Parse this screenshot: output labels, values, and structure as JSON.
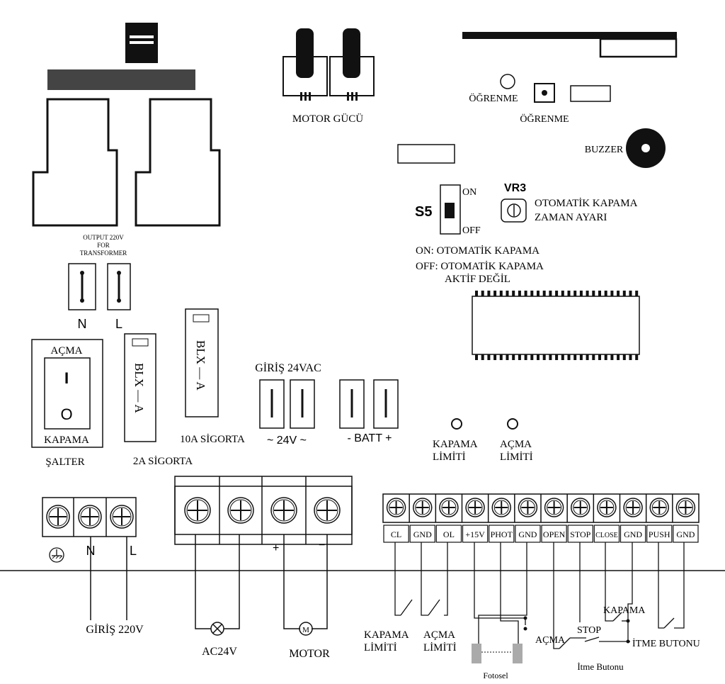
{
  "top": {
    "motor_power": "MOTOR GÜCÜ",
    "learn_label_1": "ÖĞRENME",
    "learn_label_2": "ÖĞRENME",
    "buzzer": "BUZZER",
    "output_line1": "OUTPUT 220V",
    "output_line2": "FOR",
    "output_line3": "TRANSFORMER"
  },
  "dip": {
    "name": "S5",
    "on": "ON",
    "off": "OFF",
    "vr_name": "VR3",
    "vr_line1": "OTOMATİK KAPAMA",
    "vr_line2": "ZAMAN AYARI",
    "on_desc": "ON: OTOMATİK KAPAMA",
    "off_desc1": "OFF: OTOMATİK KAPAMA",
    "off_desc2": "AKTİF DEĞİL"
  },
  "power": {
    "n": "N",
    "l": "L",
    "switch_on": "AÇMA",
    "switch_i": "I",
    "switch_o": "O",
    "switch_off": "KAPAMA",
    "switch_name": "ŞALTER",
    "fuse_text": "BLX — A",
    "fuse2_name": "2A SİGORTA",
    "fuse10_name": "10A SİGORTA",
    "input24": "GİRİŞ 24VAC",
    "v24": "~ 24V ~",
    "batt": "- BATT +"
  },
  "limits": {
    "close_line1": "KAPAMA",
    "close_line2": "LİMİTİ",
    "open_line1": "AÇMA",
    "open_line2": "LİMİTİ"
  },
  "bottom": {
    "n": "N",
    "l": "L",
    "input220": "GİRİŞ 220V",
    "plus": "+",
    "minus": "−",
    "lamp": "AC24V",
    "motor": "MOTOR",
    "motor_symbol": "M",
    "terminals": [
      "CL",
      "GND",
      "OL",
      "+15V",
      "PHOT",
      "GND",
      "OPEN",
      "STOP",
      "CLOSE",
      "GND",
      "PUSH",
      "GND"
    ],
    "close_limit1": "KAPAMA",
    "close_limit2": "LİMİTİ",
    "open_limit1": "AÇMA",
    "open_limit2": "LİMİTİ",
    "photocell": "Fotosel",
    "btn_close": "KAPAMA",
    "btn_stop": "STOP",
    "btn_open": "AÇMA",
    "push_btn_upper": "İTME BUTONU",
    "push_btn_lower": "İtme Butonu"
  }
}
